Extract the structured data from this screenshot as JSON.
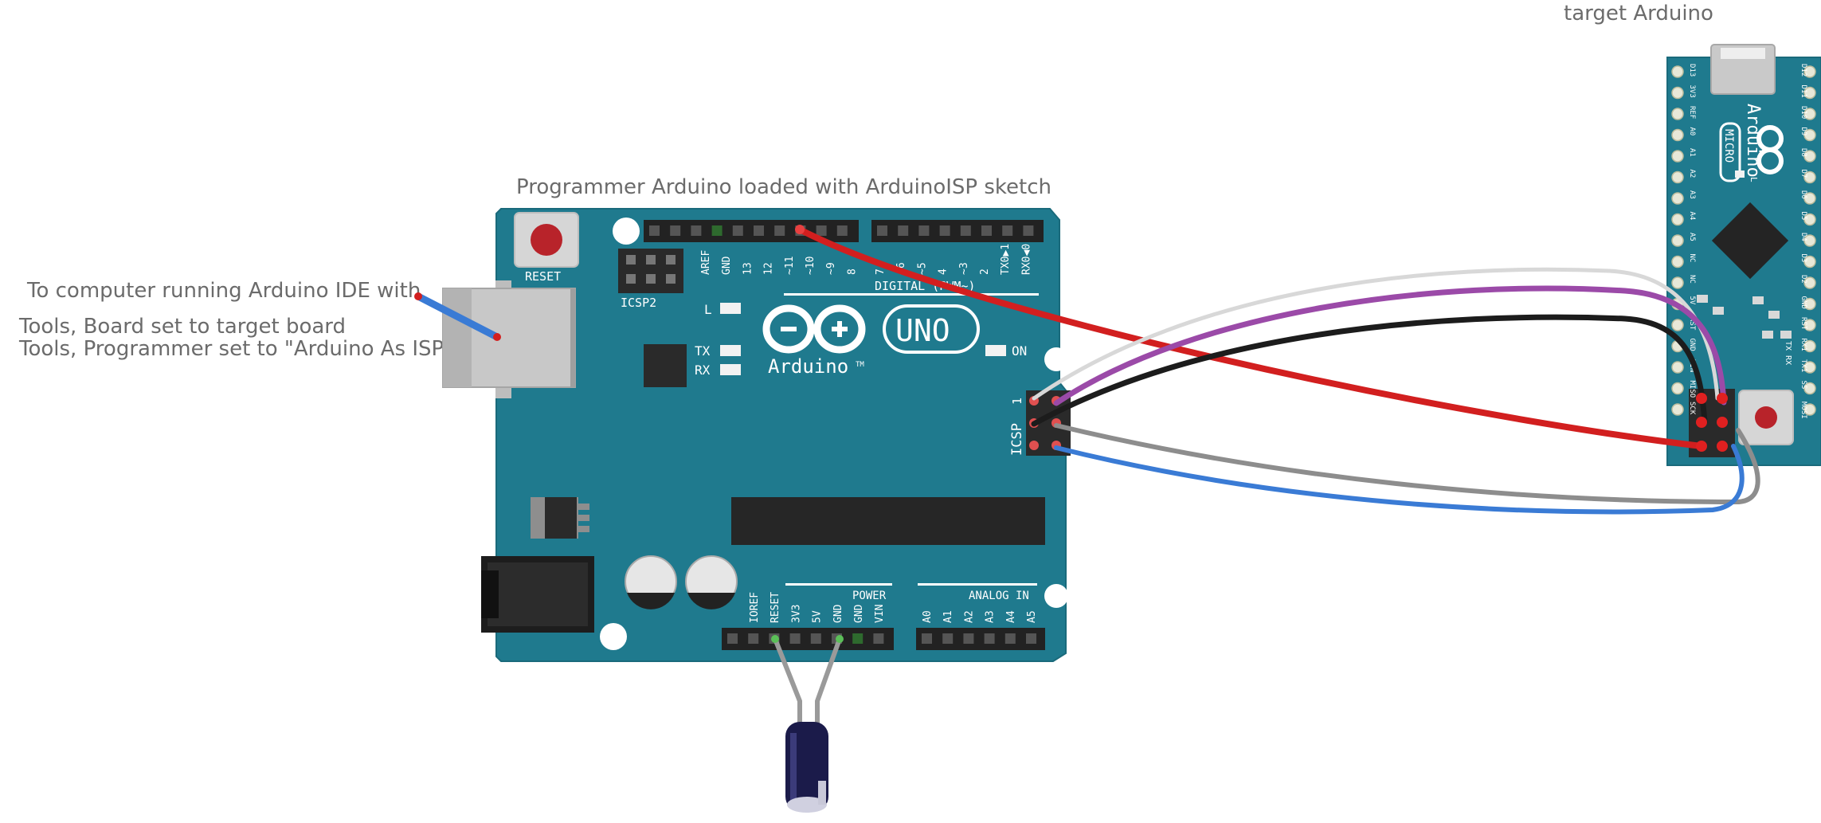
{
  "captions": {
    "target": "target Arduino",
    "programmer": "Programmer Arduino loaded with ArduinoISP sketch",
    "computer_line1": "To computer running Arduino IDE with",
    "computer_line2": "Tools, Board set to target board",
    "computer_line3": "Tools, Programmer set to \"Arduino As ISP\""
  },
  "uno": {
    "reset": "RESET",
    "icsp2": "ICSP2",
    "icsp": "ICSP",
    "icsp_pin1": "1",
    "led_l": "L",
    "led_tx": "TX",
    "led_rx": "RX",
    "led_on": "ON",
    "logo_uno": "UNO",
    "logo_text": "Arduino",
    "tm": "TM",
    "digital": "DIGITAL (PWM~)",
    "power": "POWER",
    "analog": "ANALOG IN",
    "digital_pins": [
      "AREF",
      "GND",
      "13",
      "12",
      "~11",
      "~10",
      "~9",
      "8",
      "7",
      "~6",
      "~5",
      "4",
      "~3",
      "2",
      "TX0▶1",
      "RX0◀0"
    ],
    "power_pins": [
      "IOREF",
      "RESET",
      "3V3",
      "5V",
      "GND",
      "GND",
      "VIN"
    ],
    "analog_pins": [
      "A0",
      "A1",
      "A2",
      "A3",
      "A4",
      "A5"
    ]
  },
  "micro": {
    "logo_text": "Arduino",
    "model": "MICRO",
    "led_l": "L",
    "txrx": "TX RX",
    "left_pins": [
      "D13",
      "3V3",
      "REF",
      "A0",
      "A1",
      "A2",
      "A3",
      "A4",
      "A5",
      "NC",
      "NC",
      "5V",
      "RST",
      "GND",
      "VIN",
      "MISO",
      "SCK"
    ],
    "right_pins": [
      "D12",
      "D11",
      "D10",
      "D9",
      "D8",
      "D7",
      "D6",
      "D5",
      "D4",
      "D3",
      "D2",
      "GND",
      "RST",
      "RX1",
      "TX1",
      "SS",
      "MOSI"
    ]
  },
  "colors": {
    "board": "#1f7a8e",
    "board_edge": "#1a6a7b",
    "header": "#222222",
    "wire_red": "#d21f1f",
    "wire_purple": "#9b4aa8",
    "wire_black": "#1c1c1c",
    "wire_white": "#d8d8d8",
    "wire_gray": "#8d8d8d",
    "wire_blue": "#3a7bd5",
    "caption": "#6b6b6b"
  }
}
